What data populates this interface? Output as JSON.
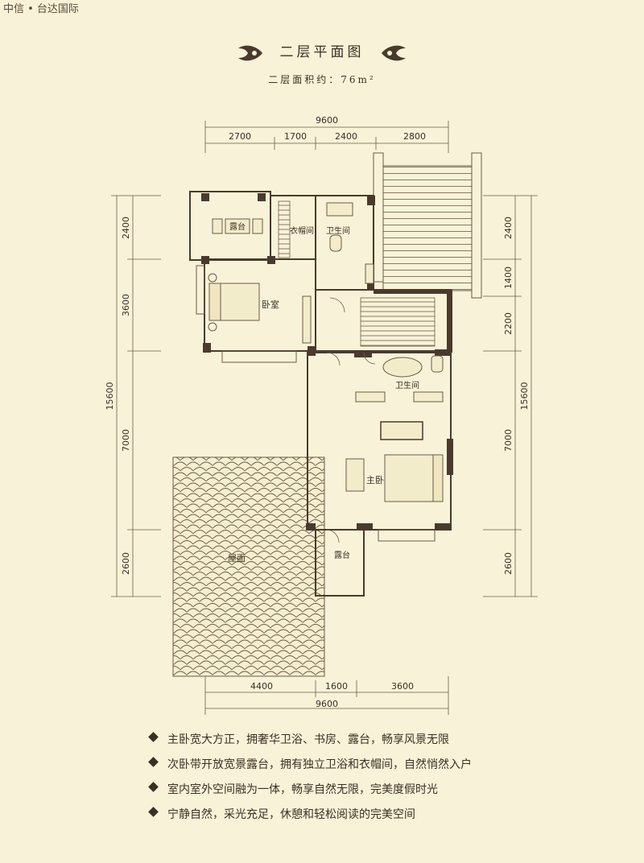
{
  "brand": "中信 • 台达国际",
  "title": "二层平面图",
  "area_text": "二层面积约：76m²",
  "dimensions": {
    "top_total": "9600",
    "top_segments": [
      "2700",
      "1700",
      "2400",
      "2800"
    ],
    "bottom_segments": [
      "4400",
      "1600",
      "3600"
    ],
    "bottom_total": "9600",
    "left_total": "15600",
    "left_segments": [
      "2400",
      "3600",
      "7000",
      "2600"
    ],
    "right_total": "15600",
    "right_segments": [
      "2400",
      "1400",
      "2200",
      "7000",
      "2600"
    ]
  },
  "rooms": {
    "terrace_top": "露台",
    "closet": "衣帽间",
    "bath_small": "卫生间",
    "bedroom": "卧室",
    "bath_master": "卫生间",
    "master_bedroom": "主卧",
    "roof": "屋面",
    "terrace_bottom": "露台"
  },
  "features": [
    "主卧宽大方正，拥奢华卫浴、书房、露台，畅享风景无限",
    "次卧带开放宽景露台，拥有独立卫浴和衣帽间，自然悄然入户",
    "室内室外空间融为一体，畅享自然无限，完美度假时光",
    "宁静自然，采光充足，休憩和轻松阅读的完美空间"
  ],
  "colors": {
    "background": "#f8f3d8",
    "wall": "#4a3a2e",
    "line": "#6b5a48",
    "fill_light": "#f3eccb"
  }
}
